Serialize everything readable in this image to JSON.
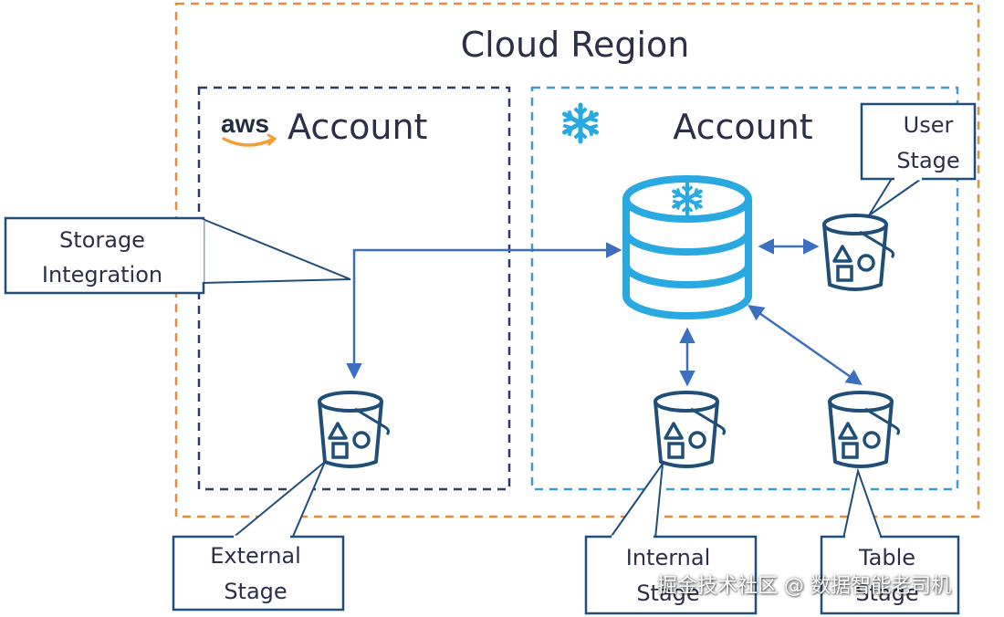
{
  "cloud_region": {
    "title": "Cloud Region"
  },
  "aws_account": {
    "logo_text": "aws",
    "title": "Account"
  },
  "snowflake_account": {
    "title": "Account"
  },
  "labels": {
    "storage_integration_line1": "Storage",
    "storage_integration_line2": "Integration",
    "external_stage_line1": "External",
    "external_stage_line2": "Stage",
    "internal_stage_line1": "Internal",
    "internal_stage_line2": "Stage",
    "table_stage_line1": "Table",
    "table_stage_line2": "Stage",
    "user_stage_line1": "User",
    "user_stage_line2": "Stage"
  },
  "watermark": "掘金技术社区 @ 数据智能老司机",
  "colors": {
    "cloud_region_border": "#e88a3a",
    "aws_border": "#2b3a63",
    "snowflake_border": "#3d9bd0",
    "arrow": "#3c6fbf",
    "bucket": "#1f4e79",
    "database": "#29a9e0",
    "text": "#2b2f4a"
  }
}
